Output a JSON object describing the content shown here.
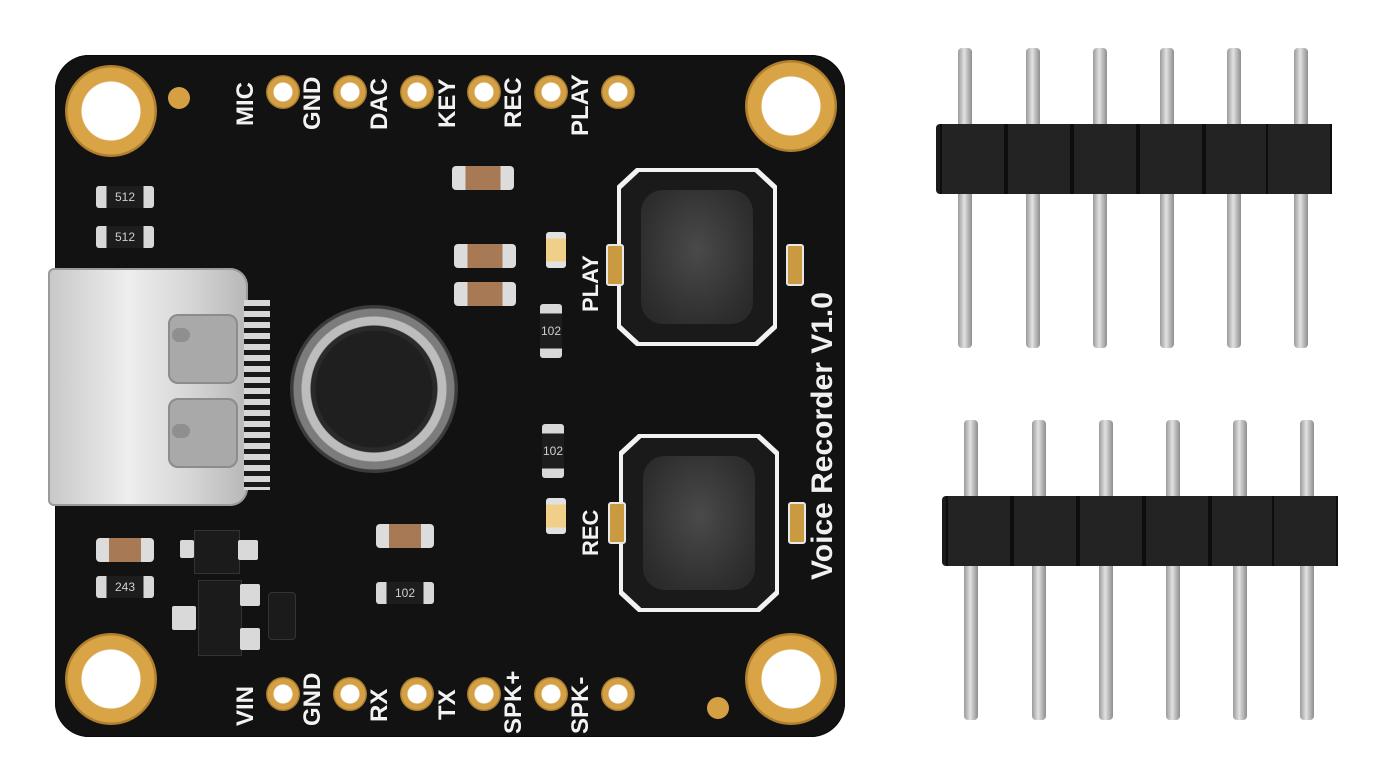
{
  "board": {
    "title": "Voice Recorder V1.0",
    "top_pins": [
      "MIC",
      "GND",
      "DAC",
      "KEY",
      "REC",
      "PLAY"
    ],
    "bottom_pins": [
      "VIN",
      "GND",
      "RX",
      "TX",
      "SPK+",
      "SPK-"
    ],
    "button_labels": {
      "play": "PLAY",
      "rec": "REC"
    },
    "resistor_codes": [
      "512",
      "512",
      "102",
      "102",
      "243",
      "102"
    ]
  },
  "colors": {
    "pcb": "#121212",
    "gold_pad": "#d4a043",
    "silkscreen": "#f2f2f2",
    "header_plastic": "#1a1a1a",
    "pin_metal": "#c9c9c9"
  },
  "headers": {
    "count": 2,
    "pins_per_header": 6
  }
}
